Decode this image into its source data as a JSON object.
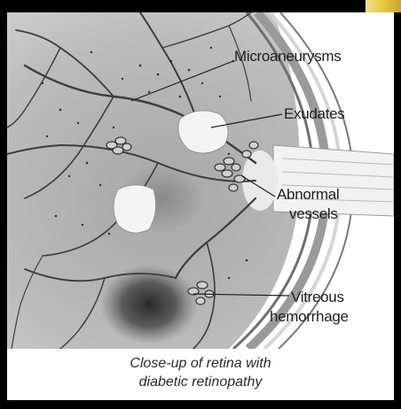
{
  "labels": {
    "microaneurysms": "Microaneurysms",
    "exudates": "Exudates",
    "abnormal_vessels_line1": "Abnormal",
    "abnormal_vessels_line2": "vessels",
    "vitreous_line1": "Vitreous",
    "vitreous_line2": "hemorrhage"
  },
  "caption": {
    "line1": "Close-up of retina with",
    "line2": "diabetic retinopathy"
  },
  "colors": {
    "frame": "#000000",
    "retina": "#b9b9b9",
    "vessel": "#3a3a3a",
    "exudate": "#f0f0f0",
    "hemorrhage": "#2c2c2c",
    "accent": "#e8c640"
  }
}
